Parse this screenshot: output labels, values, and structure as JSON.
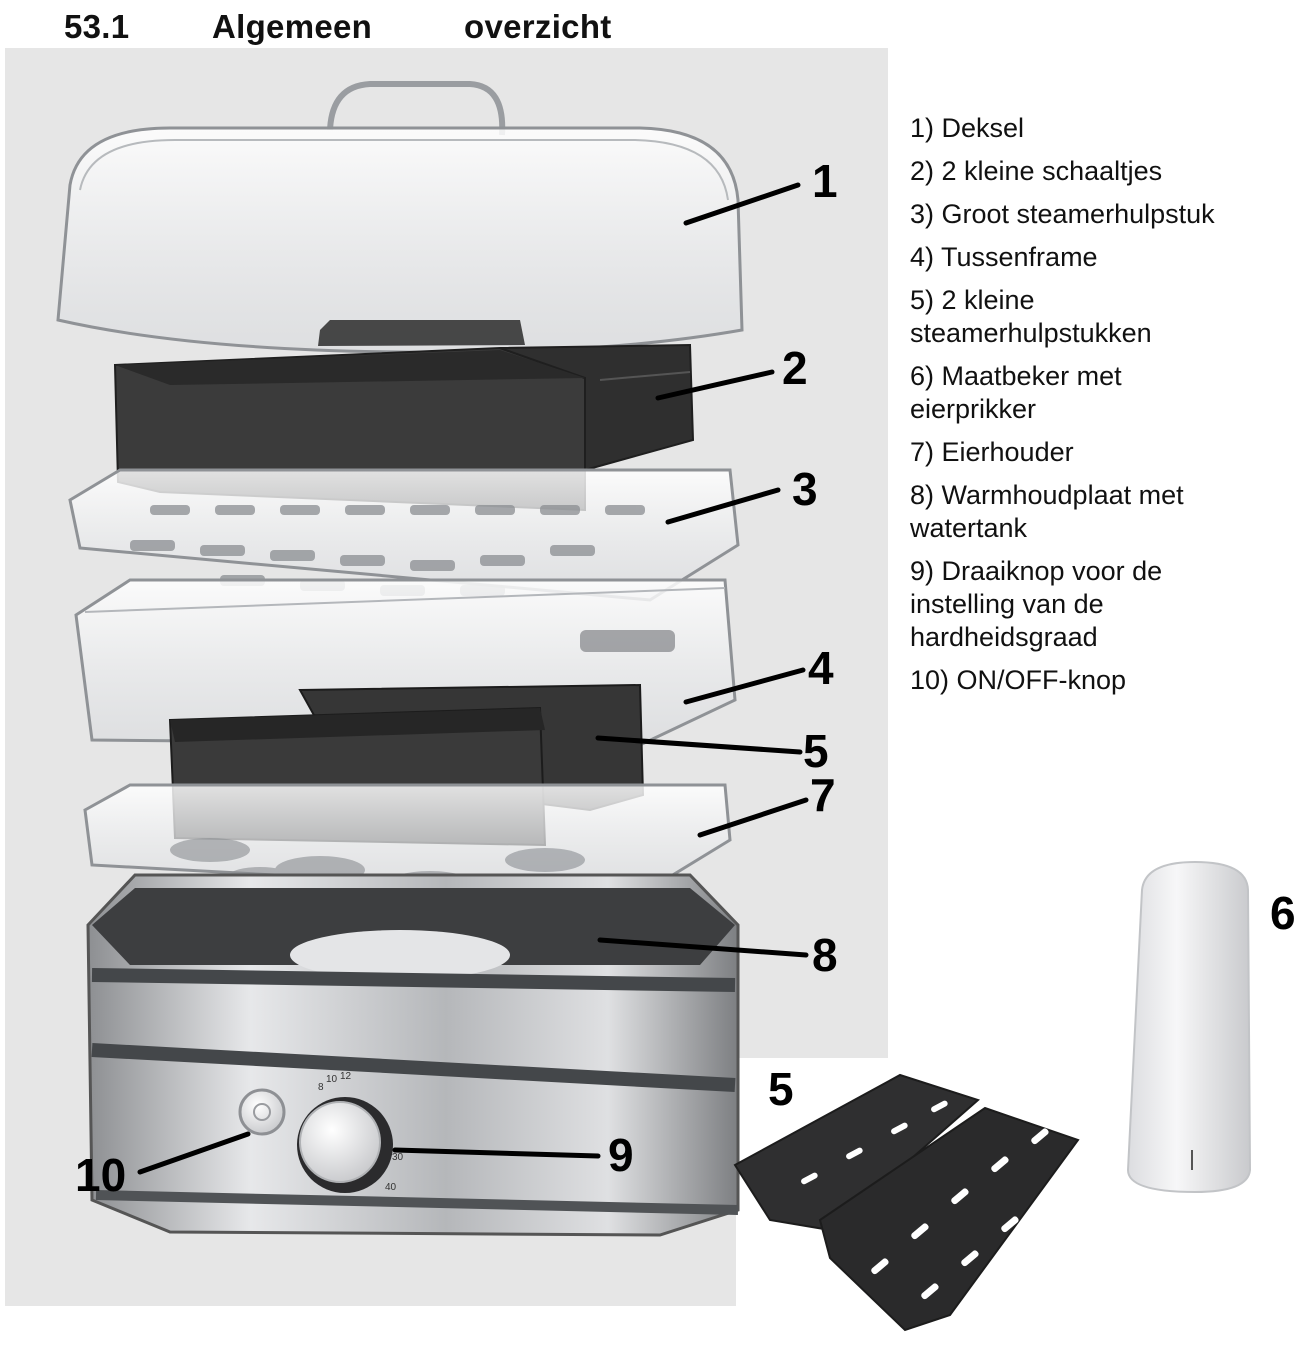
{
  "heading": {
    "number": "53.1",
    "word1": "Algemeen",
    "word2": "overzicht"
  },
  "legend": [
    {
      "text": "1) Deksel"
    },
    {
      "text": "2) 2 kleine schaaltjes"
    },
    {
      "text": "3) Groot steamerhulpstuk"
    },
    {
      "text": "4) Tussenframe"
    },
    {
      "text": "5) 2 kleine steamerhulpstukken"
    },
    {
      "text": "6) Maatbeker met eierprikker"
    },
    {
      "text": "7) Eierhouder"
    },
    {
      "text": "8) Warmhoudplaat met watertank"
    },
    {
      "text": "9) Draaiknop voor de instelling van de hardheidsgraad"
    },
    {
      "text": "10) ON/OFF-knop"
    }
  ],
  "callouts": {
    "c1": "1",
    "c2": "2",
    "c3": "3",
    "c4": "4",
    "c5": "5",
    "c7": "7",
    "c8": "8",
    "c9": "9",
    "c10": "10",
    "c5b": "5",
    "c6": "6"
  },
  "dial_marks": [
    "8",
    "10",
    "12",
    "30",
    "40"
  ]
}
